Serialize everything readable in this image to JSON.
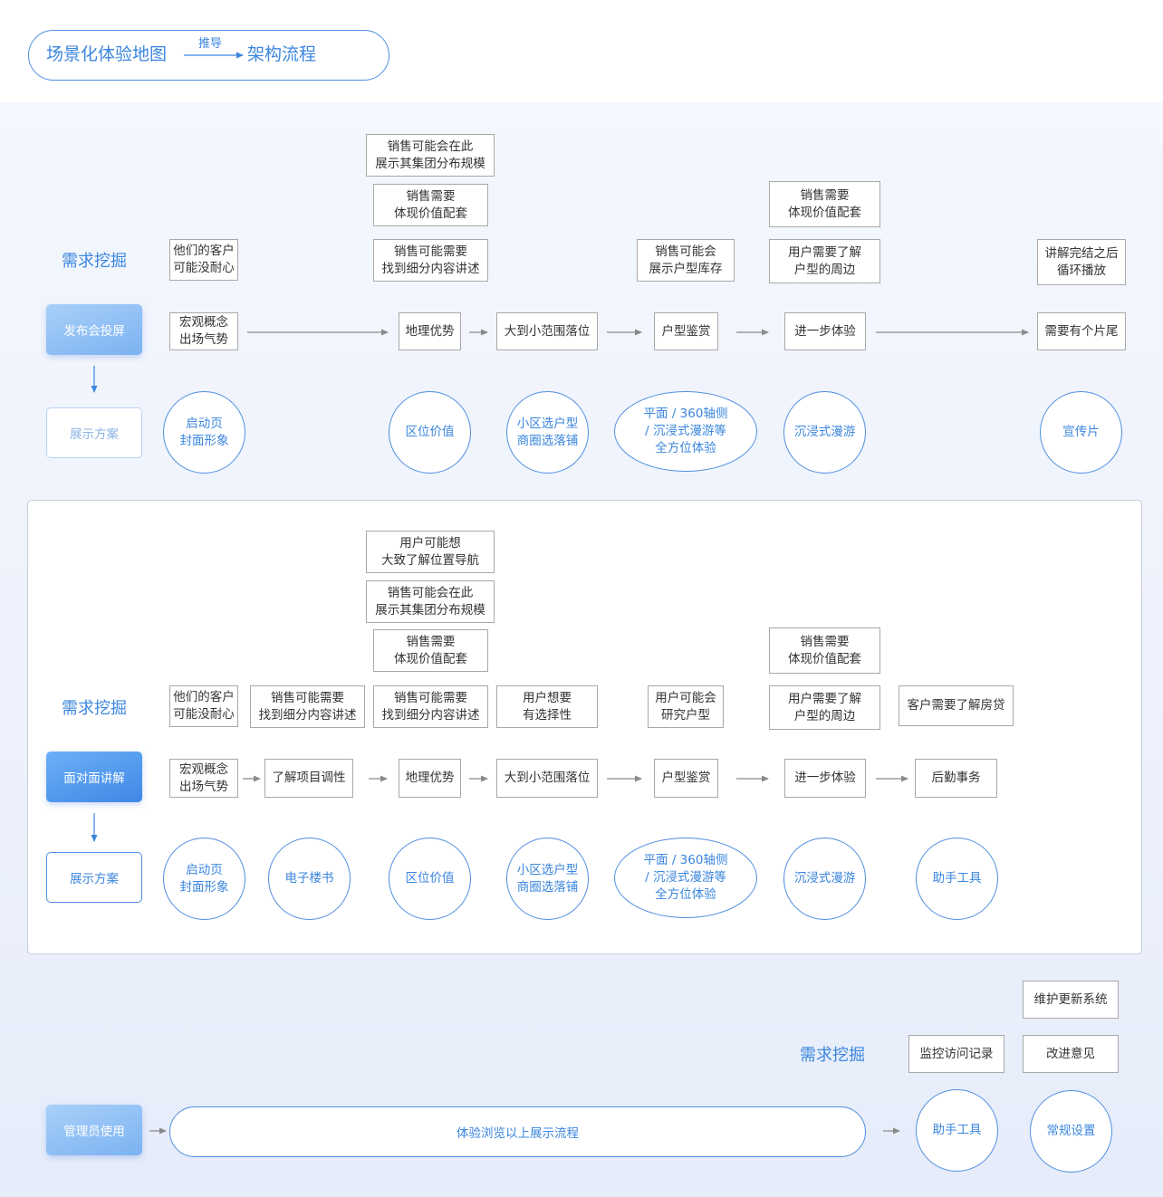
{
  "header": {
    "left_title": "场景化体验地图",
    "arrow_label": "推导",
    "right_title": "架构流程"
  },
  "section1": {
    "req_label": "需求挖掘",
    "main_button": "发布会投屏",
    "plan_button": "展示方案",
    "needs": {
      "col1": "他们的客户\n可能没耐心",
      "col2_top": "销售可能会在此\n展示其集团分布规模",
      "col2_mid": "销售需要\n体现价值配套",
      "col2_bottom": "销售可能需要\n找到细分内容讲述",
      "col4": "销售可能会\n展示户型库存",
      "col5_top": "销售需要\n体现价值配套",
      "col5_bottom": "用户需要了解\n户型的周边",
      "col6": "讲解完结之后\n循环播放"
    },
    "flow": [
      "宏观概念\n出场气势",
      "地理优势",
      "大到小范围落位",
      "户型鉴赏",
      "进一步体验",
      "需要有个片尾"
    ],
    "plans": [
      "启动页\n封面形象",
      "区位价值",
      "小区选户型\n商圈选落铺",
      "平面 / 360轴侧\n/ 沉浸式漫游等\n全方位体验",
      "沉浸式漫游",
      "宣传片"
    ]
  },
  "section2": {
    "req_label": "需求挖掘",
    "main_button": "面对面讲解",
    "plan_button": "展示方案",
    "needs": {
      "col1": "他们的客户\n可能没耐心",
      "col2": "销售可能需要\n找到细分内容讲述",
      "col3_top": "用户可能想\n大致了解位置导航",
      "col3_upper": "销售可能会在此\n展示其集团分布规模",
      "col3_mid": "销售需要\n体现价值配套",
      "col3_bottom": "销售可能需要\n找到细分内容讲述",
      "col4": "用户想要\n有选择性",
      "col5": "用户可能会\n研究户型",
      "col6_top": "销售需要\n体现价值配套",
      "col6_bottom": "用户需要了解\n户型的周边",
      "col7": "客户需要了解房贷"
    },
    "flow": [
      "宏观概念\n出场气势",
      "了解项目调性",
      "地理优势",
      "大到小范围落位",
      "户型鉴赏",
      "进一步体验",
      "后勤事务"
    ],
    "plans": [
      "启动页\n封面形象",
      "电子楼书",
      "区位价值",
      "小区选户型\n商圈选落铺",
      "平面 / 360轴侧\n/ 沉浸式漫游等\n全方位体验",
      "沉浸式漫游",
      "助手工具"
    ]
  },
  "section3": {
    "req_label": "需求挖掘",
    "main_button": "管理员使用",
    "browse_pill": "体验浏览以上展示流程",
    "needs": {
      "monitor": "监控访问记录",
      "maintain": "维护更新系统",
      "improve": "改进意见"
    },
    "tools": [
      "助手工具",
      "常规设置"
    ]
  },
  "colors": {
    "accent": "#3b86de",
    "border_gray": "#a9a9a9"
  }
}
